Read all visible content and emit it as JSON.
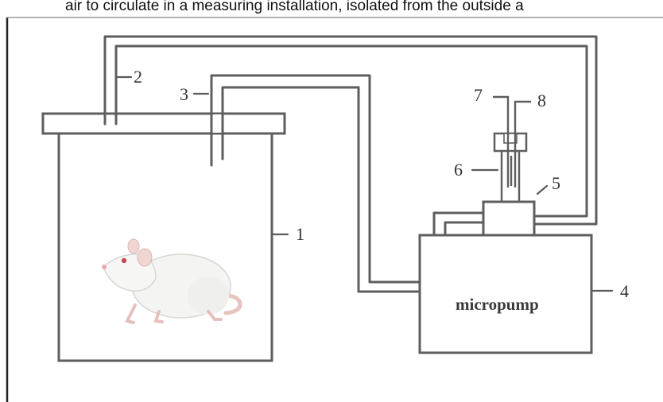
{
  "caption": "air to circulate in a measuring installation, isolated from the outside a",
  "labels": {
    "l1": "1",
    "l2": "2",
    "l3": "3",
    "l4": "4",
    "l5": "5",
    "l6": "6",
    "l7": "7",
    "l8": "8"
  },
  "pump": {
    "label": "micropump"
  }
}
